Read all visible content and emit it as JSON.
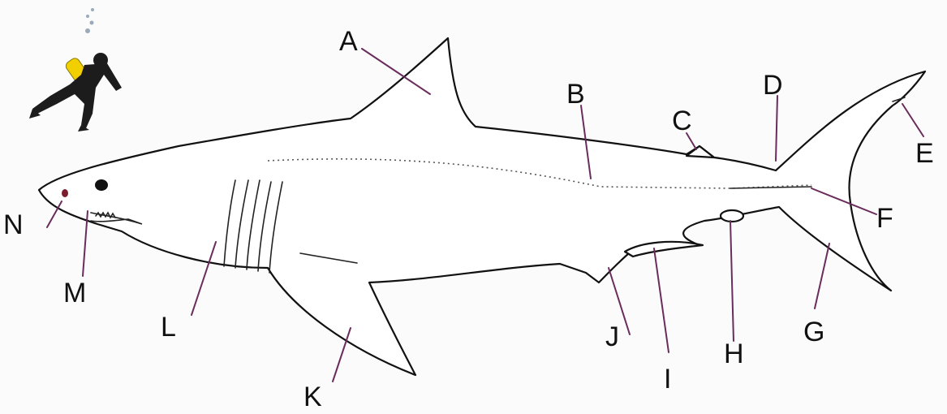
{
  "labels": {
    "A": "A",
    "B": "B",
    "C": "C",
    "D": "D",
    "E": "E",
    "F": "F",
    "G": "G",
    "H": "H",
    "I": "I",
    "J": "J",
    "K": "K",
    "L": "L",
    "M": "M",
    "N": "N"
  },
  "colors": {
    "outline": "#111111",
    "pointer": "#6a2c5c",
    "diver_tank": "#f2cf00",
    "diver_body": "#1c1c1c"
  }
}
